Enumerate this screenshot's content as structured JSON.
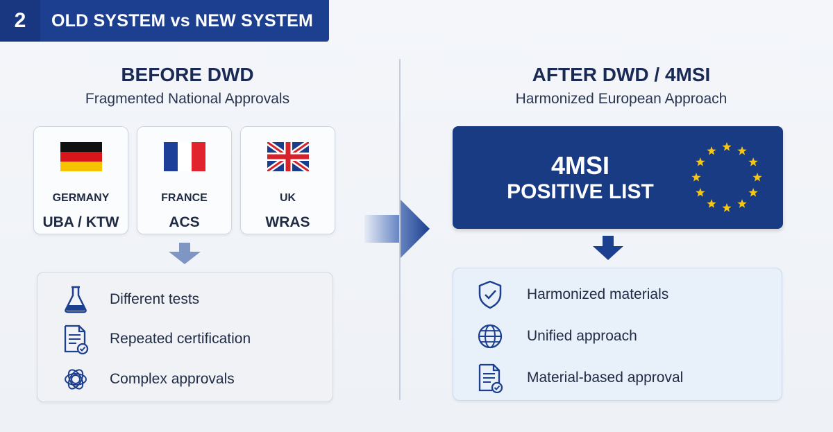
{
  "header": {
    "number": "2",
    "title": "OLD SYSTEM vs NEW SYSTEM"
  },
  "before": {
    "title": "BEFORE DWD",
    "subtitle": "Fragmented National Approvals",
    "countries": [
      {
        "name": "GERMANY",
        "code": "UBA / KTW",
        "flag": "germany-flag"
      },
      {
        "name": "FRANCE",
        "code": "ACS",
        "flag": "france-flag"
      },
      {
        "name": "UK",
        "code": "WRAS",
        "flag": "uk-flag"
      }
    ],
    "items": [
      {
        "icon": "flask-icon",
        "label": "Different tests"
      },
      {
        "icon": "certificate-document-icon",
        "label": "Repeated certification"
      },
      {
        "icon": "tangled-knot-icon",
        "label": "Complex approvals"
      }
    ]
  },
  "after": {
    "title": "AFTER DWD / 4MSI",
    "subtitle": "Harmonized European Approach",
    "badge_line1": "4MSI",
    "badge_line2": "POSITIVE LIST",
    "items": [
      {
        "icon": "shield-check-icon",
        "label": "Harmonized materials"
      },
      {
        "icon": "globe-icon",
        "label": "Unified approach"
      },
      {
        "icon": "document-check-icon",
        "label": "Material-based approval"
      }
    ]
  },
  "colors": {
    "brand_navy": "#1c3f8f",
    "eu_blue": "#183b84",
    "eu_star": "#f5c518",
    "arrow_light": "#7f96c4",
    "arrow_dark": "#1c3f8f"
  }
}
